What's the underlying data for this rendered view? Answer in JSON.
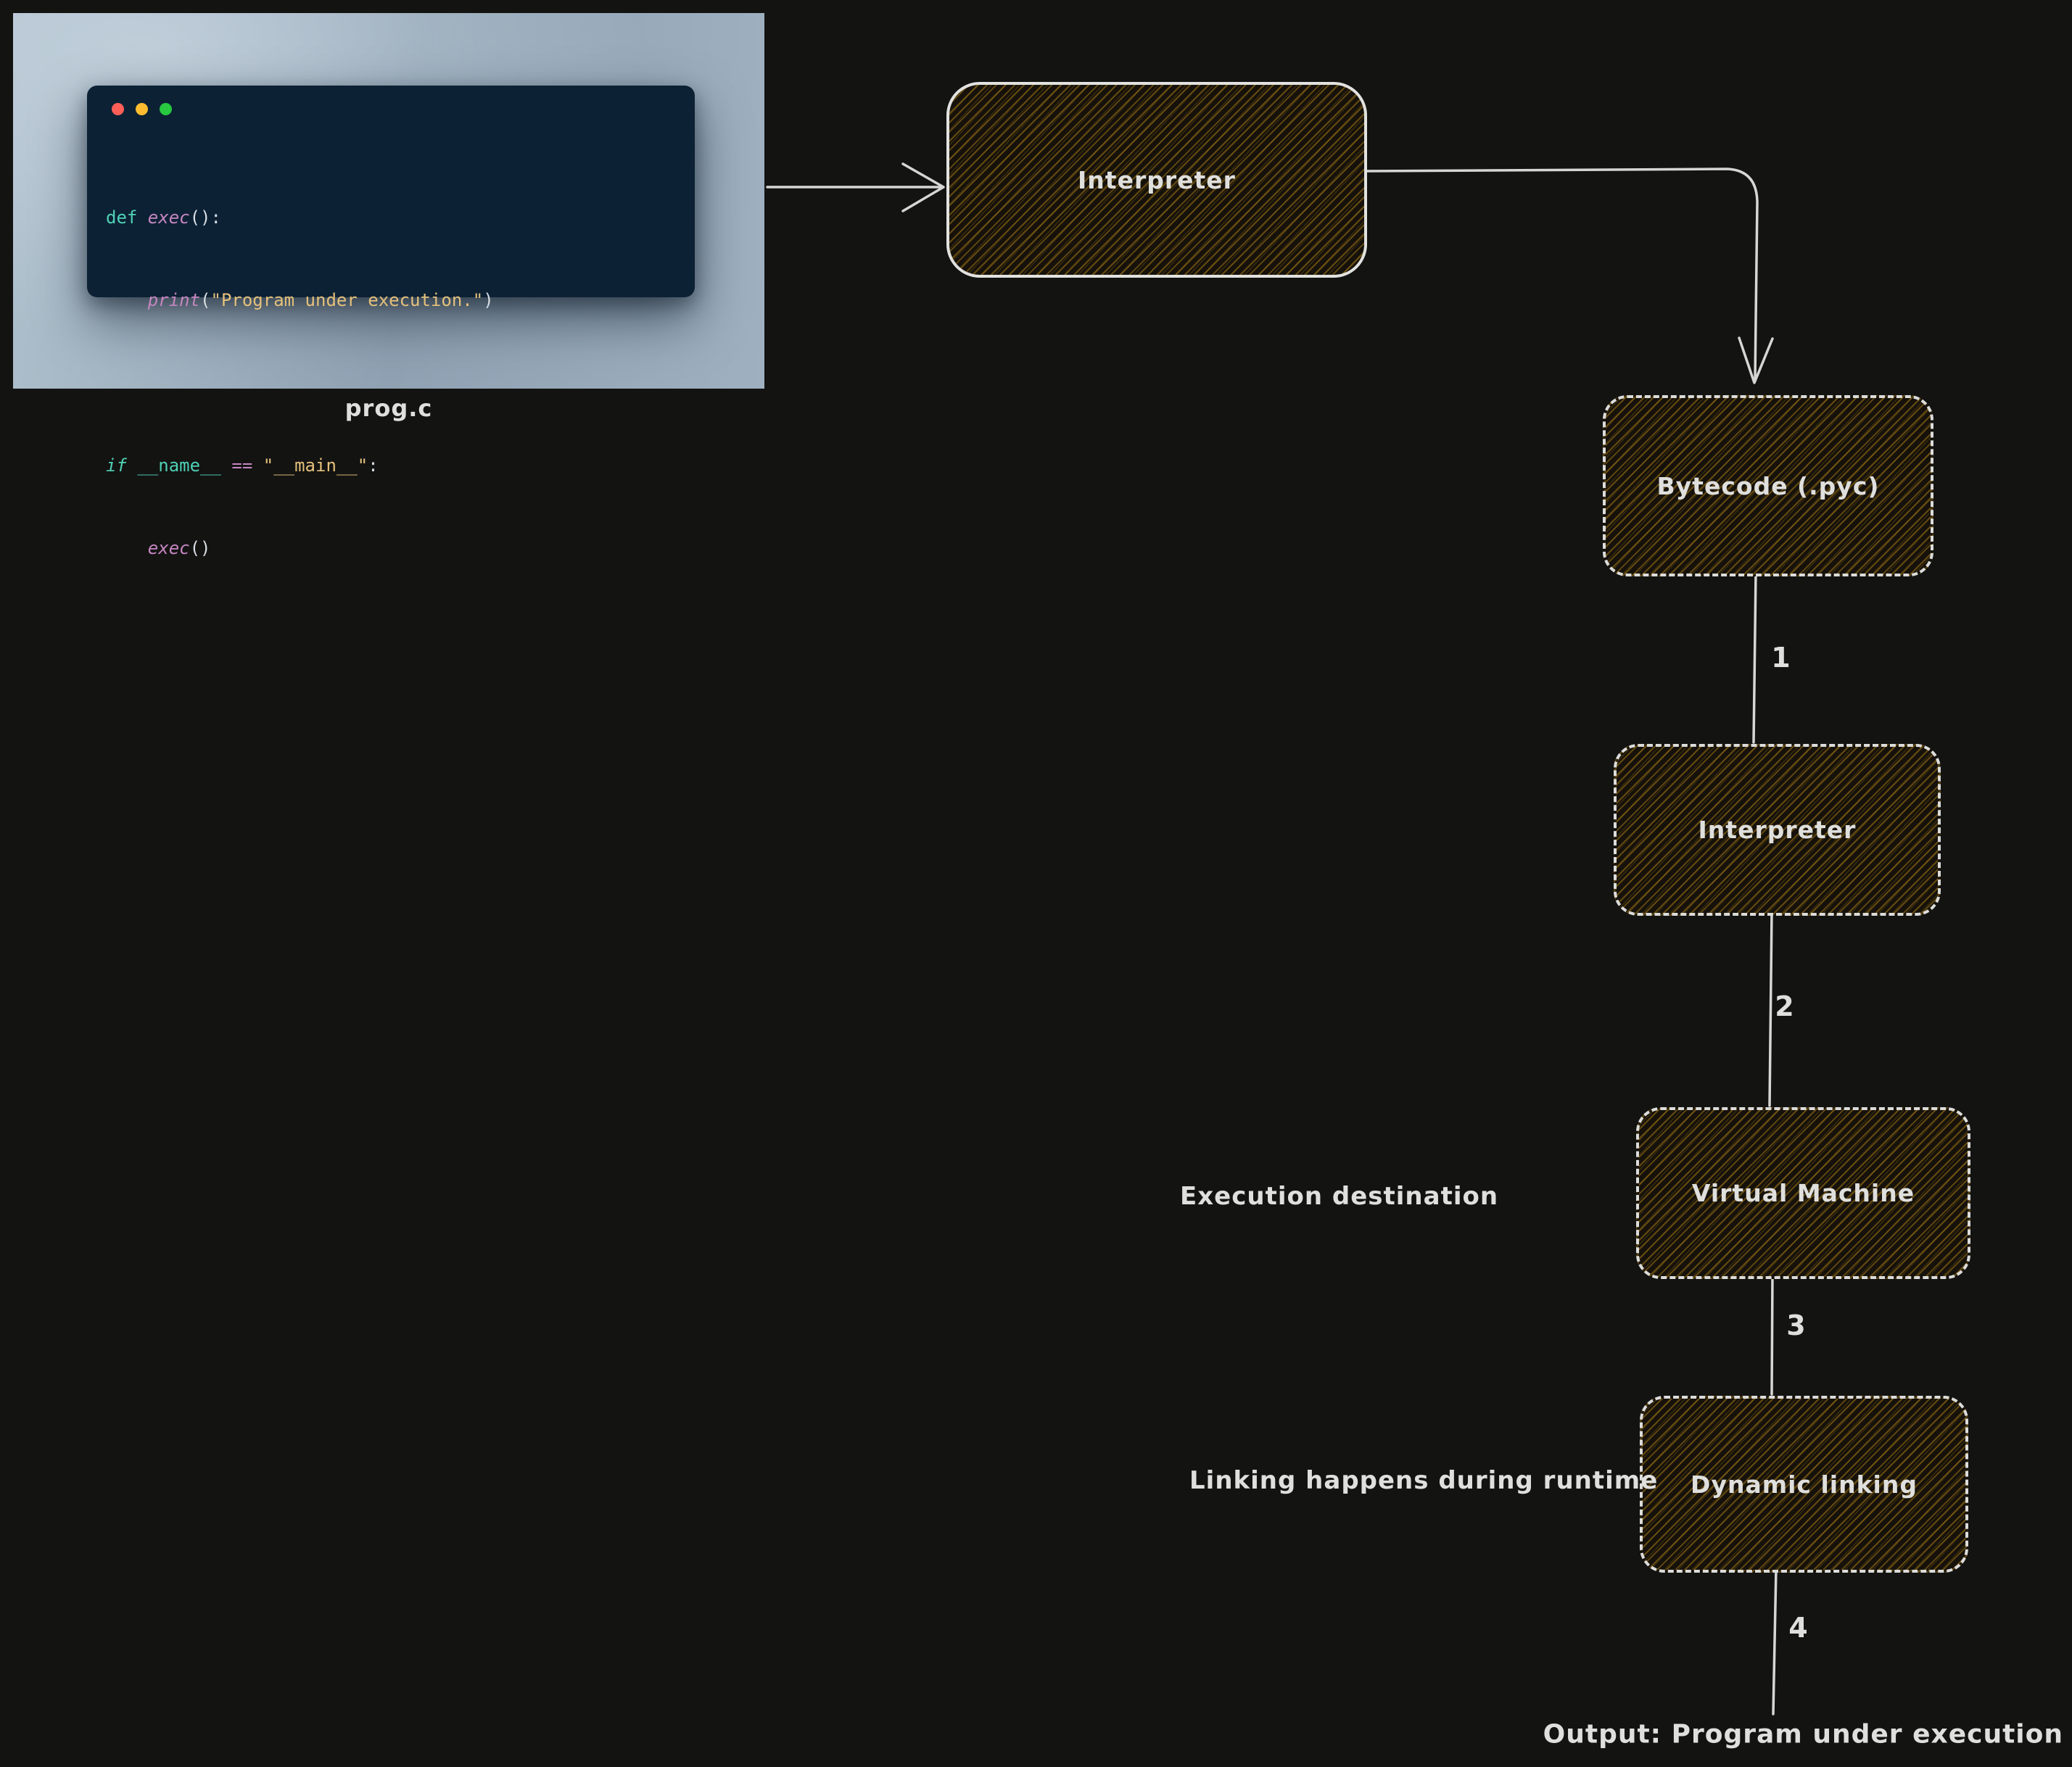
{
  "code_panel": {
    "filename": "prog.c",
    "window": {
      "code_lines": [
        {
          "tokens": [
            {
              "t": "def "
            },
            {
              "t": "exec"
            },
            {
              "t": "():"
            }
          ]
        },
        {
          "tokens": [
            {
              "t": "    "
            },
            {
              "t": "print"
            },
            {
              "t": "("
            },
            {
              "t": "\"Program under execution.\""
            },
            {
              "t": ")"
            }
          ]
        },
        {
          "tokens": [
            {
              "t": ""
            }
          ]
        },
        {
          "tokens": [
            {
              "t": "if "
            },
            {
              "t": "__name__"
            },
            {
              "t": " == "
            },
            {
              "t": "\"__main__\""
            },
            {
              "t": ":"
            }
          ]
        },
        {
          "tokens": [
            {
              "t": "    "
            },
            {
              "t": "exec"
            },
            {
              "t": "()"
            }
          ]
        }
      ]
    }
  },
  "nodes": {
    "interpreter_top": {
      "label": "Interpreter"
    },
    "bytecode": {
      "label": "Bytecode (.pyc)"
    },
    "interpreter_vm": {
      "label": "Interpreter"
    },
    "virtual_machine": {
      "label": "Virtual Machine"
    },
    "dynamic_linking": {
      "label": "Dynamic linking"
    }
  },
  "edge_labels": {
    "step1": "1",
    "step2": "2",
    "step3": "3",
    "step4": "4"
  },
  "annotations": {
    "execution_destination": "Execution destination",
    "linking_runtime": "Linking happens during runtime",
    "output": "Output: Program under execution"
  },
  "colors": {
    "canvas_bg": "#131312",
    "stroke": "#d6d6d4",
    "hatch_fill": "#a47916",
    "node_bg": "#16120b",
    "panel_bg": "#9fb1c0",
    "code_window_bg": "#0c2134",
    "traffic_red": "#ff5f57",
    "traffic_yellow": "#febc2e",
    "traffic_green": "#28c840",
    "syntax_keyword": "#4fd1b5",
    "syntax_function": "#c586c0",
    "syntax_string": "#e5c07b",
    "syntax_plain": "#d6dde3"
  }
}
